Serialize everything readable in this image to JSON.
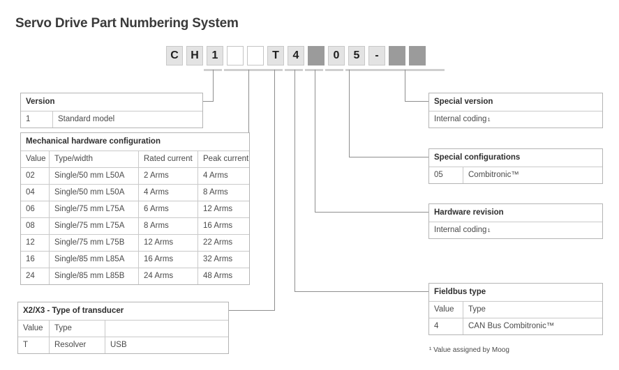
{
  "title": "Servo Drive Part Numbering System",
  "part_number": {
    "boxes": [
      {
        "char": "C",
        "style": "filled-light"
      },
      {
        "char": "H",
        "style": "filled-light"
      },
      {
        "char": "1",
        "style": "filled-light"
      },
      {
        "char": "",
        "style": "empty-white"
      },
      {
        "char": "",
        "style": "empty-white"
      },
      {
        "char": "T",
        "style": "filled-light"
      },
      {
        "char": "4",
        "style": "filled-light"
      },
      {
        "char": "",
        "style": "filled-dark"
      },
      {
        "char": "0",
        "style": "filled-light"
      },
      {
        "char": "5",
        "style": "filled-light"
      },
      {
        "char": "-",
        "style": "dash"
      },
      {
        "char": "",
        "style": "filled-dark"
      },
      {
        "char": "",
        "style": "filled-dark"
      }
    ]
  },
  "tables": {
    "version": {
      "title": "Version",
      "rows": [
        {
          "value": "1",
          "desc": "Standard model"
        }
      ]
    },
    "mechanical": {
      "title": "Mechanical hardware configuration",
      "headers": [
        "Value",
        "Type/width",
        "Rated current",
        "Peak current"
      ],
      "rows": [
        [
          "02",
          "Single/50 mm L50A",
          "2 Arms",
          "4 Arms"
        ],
        [
          "04",
          "Single/50 mm L50A",
          "4 Arms",
          "8 Arms"
        ],
        [
          "06",
          "Single/75 mm L75A",
          "6 Arms",
          "12 Arms"
        ],
        [
          "08",
          "Single/75 mm L75A",
          "8 Arms",
          "16 Arms"
        ],
        [
          "12",
          "Single/75 mm L75B",
          "12 Arms",
          "22 Arms"
        ],
        [
          "16",
          "Single/85 mm L85A",
          "16 Arms",
          "32 Arms"
        ],
        [
          "24",
          "Single/85 mm L85B",
          "24 Arms",
          "48 Arms"
        ]
      ]
    },
    "transducer": {
      "title": "X2/X3 - Type of transducer",
      "headers": [
        "Value",
        "Type",
        ""
      ],
      "rows": [
        [
          "T",
          "Resolver",
          "USB"
        ]
      ]
    },
    "special_version": {
      "title": "Special version",
      "rows": [
        {
          "desc": "Internal coding",
          "footnote": "1"
        }
      ]
    },
    "special_configurations": {
      "title": "Special configurations",
      "rows": [
        {
          "value": "05",
          "desc": "Combitronic™"
        }
      ]
    },
    "hardware_revision": {
      "title": "Hardware revision",
      "rows": [
        {
          "desc": "Internal coding",
          "footnote": "1"
        }
      ]
    },
    "fieldbus": {
      "title": "Fieldbus type",
      "headers": [
        "Value",
        "Type"
      ],
      "rows": [
        [
          "4",
          "CAN Bus Combitronic™"
        ]
      ]
    }
  },
  "footnote": "¹ Value assigned by Moog",
  "colors": {
    "box_light": "#e3e3e3",
    "box_dark": "#9b9b9b",
    "border": "#b4b4b4",
    "leader": "#8e8e8e",
    "cap": "#cfcfcf",
    "text": "#3c3c3c"
  }
}
